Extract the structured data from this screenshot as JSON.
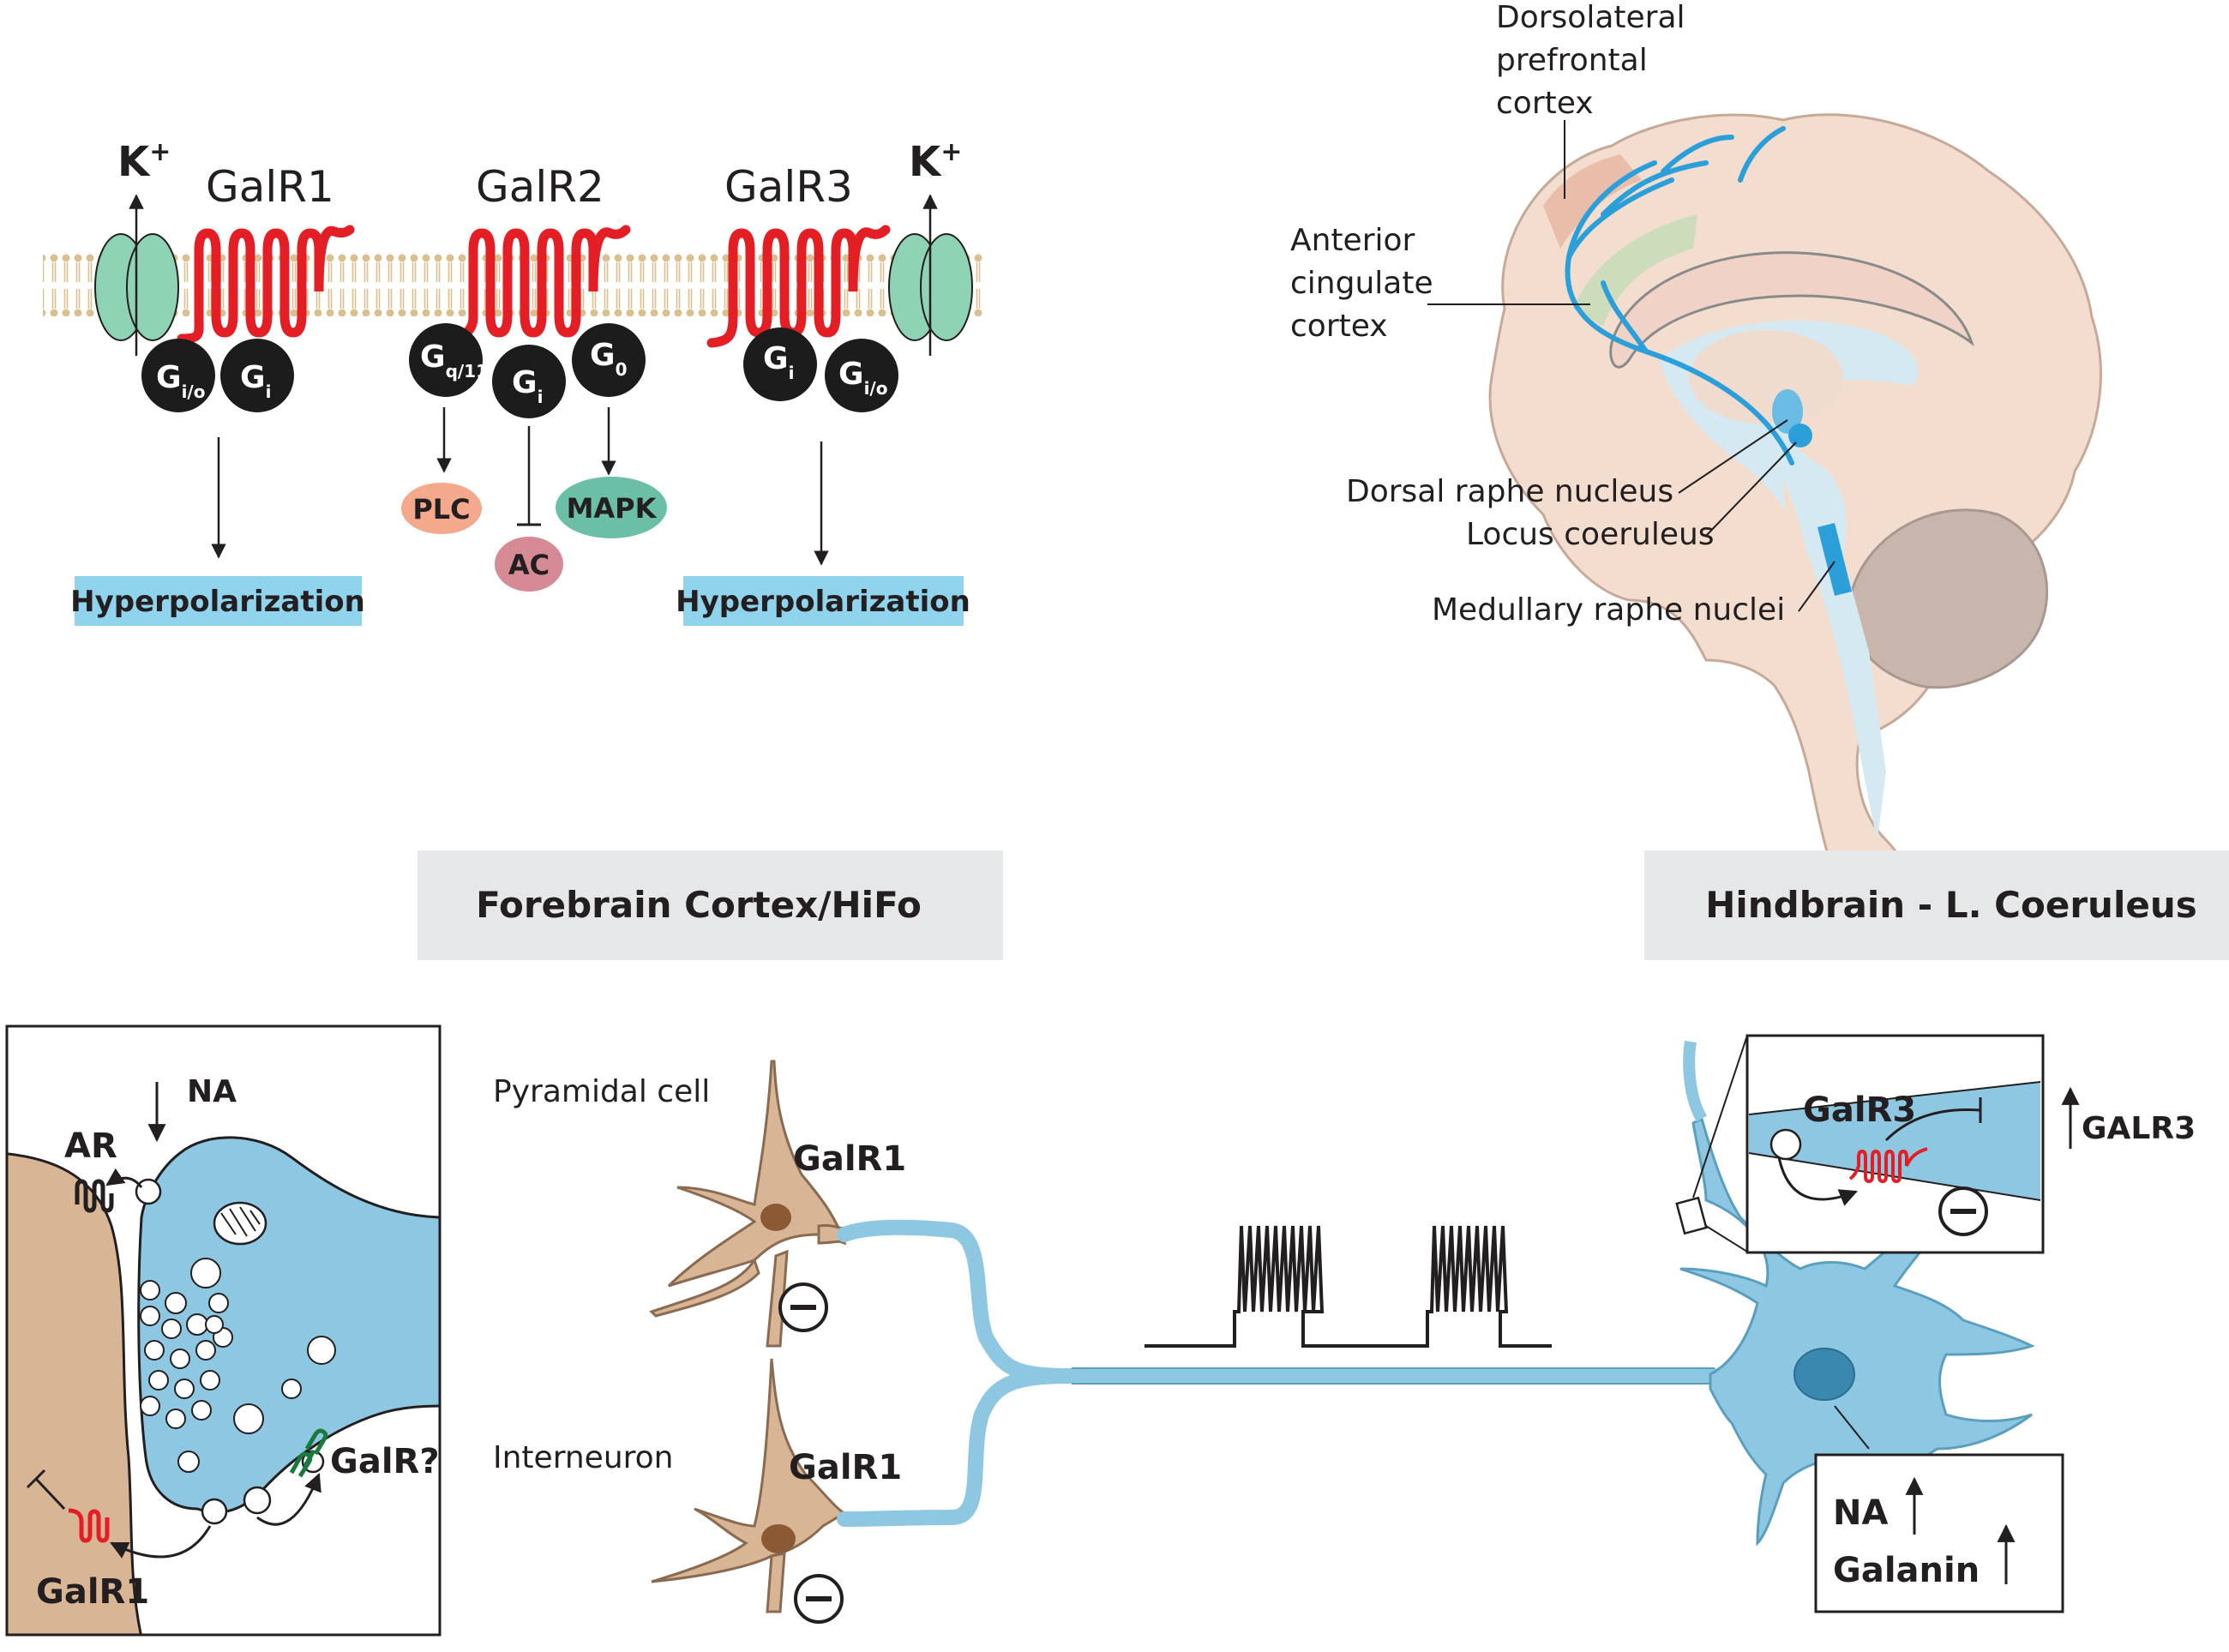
{
  "receptors": {
    "galr1": "GalR1",
    "galr2": "GalR2",
    "galr3": "GalR3",
    "k_ion": "K",
    "k_charge": "+"
  },
  "gproteins": {
    "g1a_main": "G",
    "g1a_sub": "i/o",
    "g1b_main": "G",
    "g1b_sub": "i",
    "g2a_main": "G",
    "g2a_sub": "q/11",
    "g2b_main": "G",
    "g2b_sub": "i",
    "g2c_main": "G",
    "g2c_sub": "0",
    "g3a_main": "G",
    "g3a_sub": "i",
    "g3b_main": "G",
    "g3b_sub": "i/o"
  },
  "effectors": {
    "plc": "PLC",
    "ac": "AC",
    "mapk": "MAPK",
    "hyper1": "Hyperpolarization",
    "hyper2": "Hyperpolarization"
  },
  "brain": {
    "dlpfc_1": "Dorsolateral",
    "dlpfc_2": "prefrontal",
    "dlpfc_3": "cortex",
    "acc_1": "Anterior",
    "acc_2": "cingulate",
    "acc_3": "cortex",
    "drn": "Dorsal raphe nucleus",
    "lc": "Locus coeruleus",
    "mrn": "Medullary raphe nuclei"
  },
  "headers": {
    "forebrain": "Forebrain Cortex/HiFo",
    "hindbrain": "Hindbrain - L. Coeruleus"
  },
  "synapse": {
    "na": "NA",
    "ar": "AR",
    "galr_q": "GalR?",
    "galr1": "GalR1"
  },
  "cells": {
    "pyramidal": "Pyramidal cell",
    "interneuron": "Interneuron",
    "galr1_pyr": "GalR1",
    "galr1_int": "GalR1"
  },
  "lc_cell": {
    "galr3": "GalR3",
    "galr3_gene": "GALR3",
    "na": "NA",
    "galanin": "Galanin"
  },
  "colors": {
    "receptor_red": "#e31e24",
    "channel_green": "#8fd3b5",
    "neuron_blue": "#8ec7e2",
    "cell_tan": "#d8b594",
    "header_grey": "#e6e7e8",
    "hyper_box": "#8fd3ec"
  }
}
